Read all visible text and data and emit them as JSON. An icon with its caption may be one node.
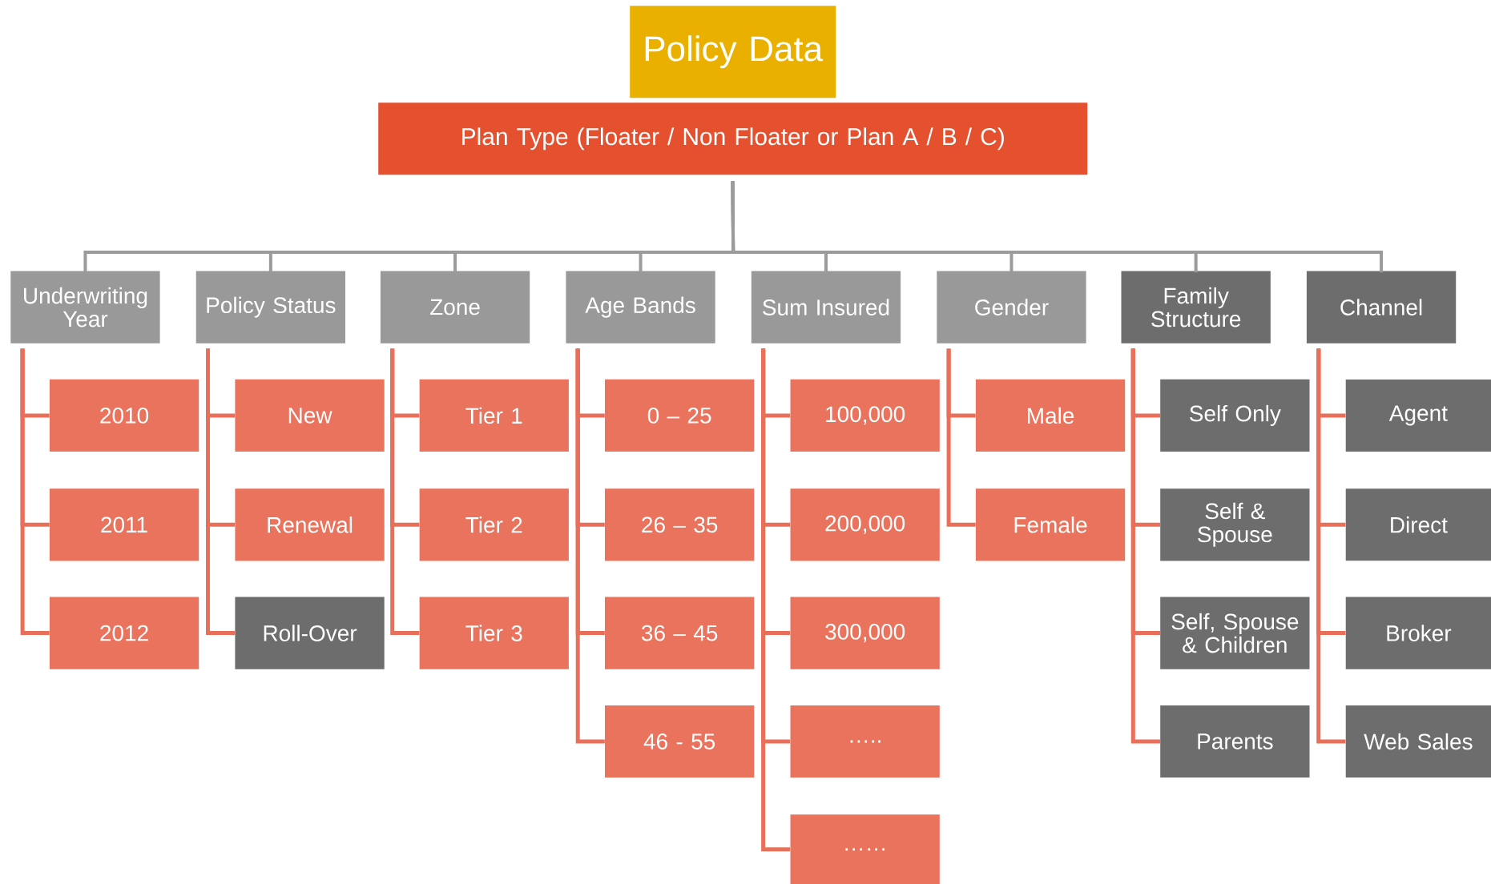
{
  "diagram": {
    "nodes": [
      {
        "text": [
          "Policy Data"
        ]
      },
      {
        "text": [
          "Plan Type (Floater / Non Floater or Plan A / B / C)"
        ]
      },
      {
        "text": [
          "Underwriting Year"
        ]
      },
      {
        "text": [
          "Policy Status"
        ]
      },
      {
        "text": [
          "Zone"
        ]
      },
      {
        "text": [
          "Age Bands"
        ]
      },
      {
        "text": [
          "Sum Insured"
        ]
      },
      {
        "text": [
          "Gender"
        ]
      },
      {
        "text": [
          "Family Structure"
        ]
      },
      {
        "text": [
          "Channel"
        ]
      },
      {
        "text": [
          "2010"
        ]
      },
      {
        "text": [
          "2011"
        ]
      },
      {
        "text": [
          "2012"
        ]
      },
      {
        "text": [
          "New"
        ]
      },
      {
        "text": [
          "Renewal"
        ]
      },
      {
        "text": [
          "Roll-Over"
        ]
      },
      {
        "text": [
          "Tier 1"
        ]
      },
      {
        "text": [
          "Tier 2"
        ]
      },
      {
        "text": [
          "Tier 3"
        ]
      },
      {
        "text": [
          "0 – 25"
        ]
      },
      {
        "text": [
          "26 – 35"
        ]
      },
      {
        "text": [
          "36 – 45"
        ]
      },
      {
        "text": [
          "46 - 55"
        ]
      },
      {
        "text": [
          "100,000"
        ]
      },
      {
        "text": [
          "200,000"
        ]
      },
      {
        "text": [
          "300,000"
        ]
      },
      {
        "text": [
          "….."
        ]
      },
      {
        "text": [
          "……"
        ]
      },
      {
        "text": [
          "Male"
        ]
      },
      {
        "text": [
          "Female"
        ]
      },
      {
        "text": [
          "Self Only"
        ]
      },
      {
        "text": [
          "Self & Spouse"
        ]
      },
      {
        "text": [
          "Self, Spouse & Children"
        ]
      },
      {
        "text": [
          "Parents"
        ]
      },
      {
        "text": [
          "Agent"
        ]
      },
      {
        "text": [
          "Direct"
        ]
      },
      {
        "text": [
          "Broker"
        ]
      },
      {
        "text": [
          "Web Sales"
        ]
      }
    ],
    "edges": [
      {
        "from": 1,
        "to": 2,
        "arrow": "none",
        "color": "#9b9b9b"
      },
      {
        "from": 1,
        "to": 3,
        "arrow": "none",
        "color": "#9b9b9b"
      },
      {
        "from": 1,
        "to": 4,
        "arrow": "none",
        "color": "#9b9b9b"
      },
      {
        "from": 1,
        "to": 5,
        "arrow": "none",
        "color": "#9b9b9b"
      },
      {
        "from": 1,
        "to": 6,
        "arrow": "none",
        "color": "#9b9b9b"
      },
      {
        "from": 1,
        "to": 7,
        "arrow": "none",
        "color": "#9b9b9b"
      },
      {
        "from": 1,
        "to": 8,
        "arrow": "none",
        "color": "#9b9b9b"
      },
      {
        "from": 1,
        "to": 9,
        "arrow": "none",
        "color": "#9b9b9b"
      },
      {
        "from": 2,
        "to": 10,
        "arrow": "none"
      },
      {
        "from": 2,
        "to": 11,
        "arrow": "none"
      },
      {
        "from": 2,
        "to": 12,
        "arrow": "none"
      },
      {
        "from": 3,
        "to": 13,
        "arrow": "none"
      },
      {
        "from": 3,
        "to": 14,
        "arrow": "none"
      },
      {
        "from": 3,
        "to": 15,
        "arrow": "none"
      },
      {
        "from": 4,
        "to": 16,
        "arrow": "none"
      },
      {
        "from": 4,
        "to": 17,
        "arrow": "none"
      },
      {
        "from": 4,
        "to": 18,
        "arrow": "none"
      },
      {
        "from": 5,
        "to": 19,
        "arrow": "none"
      },
      {
        "from": 5,
        "to": 20,
        "arrow": "none"
      },
      {
        "from": 5,
        "to": 21,
        "arrow": "none"
      },
      {
        "from": 5,
        "to": 22,
        "arrow": "none"
      },
      {
        "from": 6,
        "to": 23,
        "arrow": "none"
      },
      {
        "from": 6,
        "to": 24,
        "arrow": "none"
      },
      {
        "from": 6,
        "to": 25,
        "arrow": "none"
      },
      {
        "from": 6,
        "to": 26,
        "arrow": "none"
      },
      {
        "from": 6,
        "to": 27,
        "arrow": "none"
      },
      {
        "from": 7,
        "to": 28,
        "arrow": "none"
      },
      {
        "from": 7,
        "to": 29,
        "arrow": "none"
      },
      {
        "from": 8,
        "to": 30,
        "arrow": "none"
      },
      {
        "from": 8,
        "to": 31,
        "arrow": "none"
      },
      {
        "from": 8,
        "to": 32,
        "arrow": "none"
      },
      {
        "from": 8,
        "to": 33,
        "arrow": "none"
      },
      {
        "from": 9,
        "to": 34,
        "arrow": "none"
      },
      {
        "from": 9,
        "to": 35,
        "arrow": "none"
      },
      {
        "from": 9,
        "to": 36,
        "arrow": "none"
      },
      {
        "from": 9,
        "to": 37,
        "arrow": "none"
      }
    ]
  }
}
